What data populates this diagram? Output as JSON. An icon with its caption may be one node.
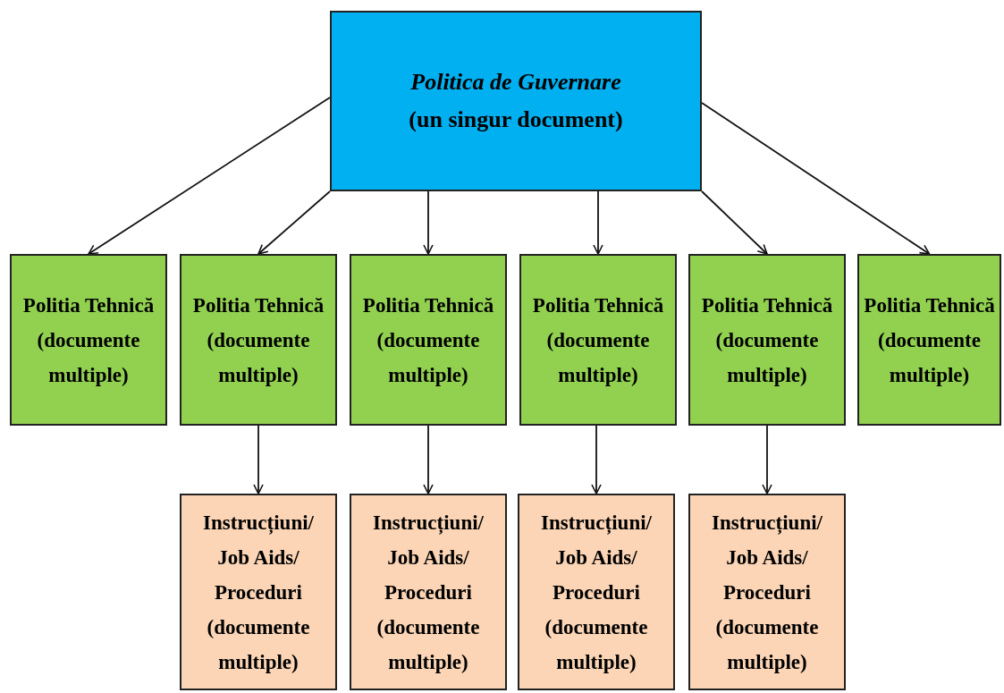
{
  "diagram": {
    "nodes": [
      {
        "text": [
          "Politica de Guvernare",
          "(un singur document)"
        ]
      },
      {
        "text": [
          "Politia Tehnică (documente multiple)"
        ]
      },
      {
        "text": [
          "Politia Tehnică (documente multiple)"
        ]
      },
      {
        "text": [
          "Politia Tehnică (documente multiple)"
        ]
      },
      {
        "text": [
          "Politia Tehnică (documente multiple)"
        ]
      },
      {
        "text": [
          "Politia Tehnică (documente multiple)"
        ]
      },
      {
        "text": [
          "Politia Tehnică (documente multiple)"
        ]
      },
      {
        "text": [
          "Instrucțiuni/ Job Aids/ Proceduri (documente multiple)"
        ]
      },
      {
        "text": [
          "Instrucțiuni/ Job Aids/ Proceduri (documente multiple)"
        ]
      },
      {
        "text": [
          "Instrucțiuni/ Job Aids/ Proceduri (documente multiple)"
        ]
      },
      {
        "text": [
          "Instrucțiuni/ Job Aids/ Proceduri (documente multiple)"
        ]
      }
    ],
    "edges": [
      {
        "from": 0,
        "to": 1,
        "arrow": "to"
      },
      {
        "from": 0,
        "to": 2,
        "arrow": "to"
      },
      {
        "from": 0,
        "to": 3,
        "arrow": "to"
      },
      {
        "from": 0,
        "to": 4,
        "arrow": "to"
      },
      {
        "from": 0,
        "to": 5,
        "arrow": "to"
      },
      {
        "from": 0,
        "to": 6,
        "arrow": "to"
      },
      {
        "from": 2,
        "to": 7,
        "arrow": "to"
      },
      {
        "from": 3,
        "to": 8,
        "arrow": "to"
      },
      {
        "from": 4,
        "to": 9,
        "arrow": "to"
      },
      {
        "from": 5,
        "to": 10,
        "arrow": "to"
      }
    ]
  }
}
